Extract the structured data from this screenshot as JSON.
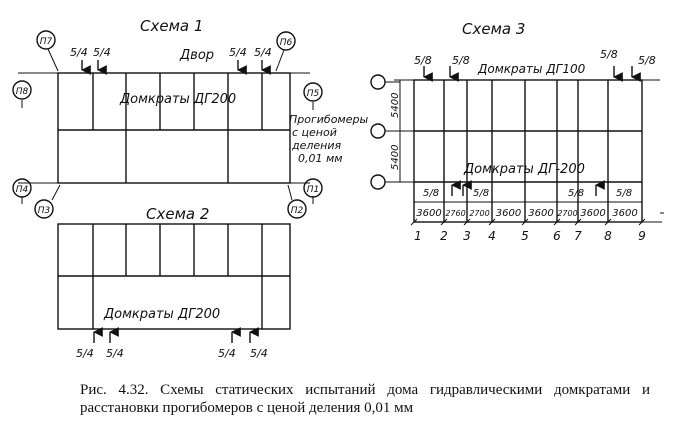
{
  "scheme1": {
    "title": "Схема 1",
    "yard": "Двор",
    "jacks": "Домкраты ДГ200",
    "gauges": [
      "Прогибомеры",
      "с ценой",
      "деления",
      "0,01 мм"
    ],
    "loads": [
      "5/4",
      "5/4",
      "5/4",
      "5/4"
    ],
    "points": [
      "П7",
      "П6",
      "П8",
      "П5",
      "П4",
      "П1",
      "П3",
      "П2"
    ]
  },
  "scheme2": {
    "title": "Схема 2",
    "jacks": "Домкраты ДГ200",
    "loads": [
      "5/4",
      "5/4",
      "5/4",
      "5/4"
    ]
  },
  "scheme3": {
    "title": "Схема 3",
    "jacks_top": "Домкраты ДГ100",
    "jacks_bottom": "Домкраты ДГ-200",
    "loads_top": [
      "5/8",
      "5/8",
      "5/8",
      "5/8"
    ],
    "loads_bottom": [
      "5/8",
      "5/8",
      "5/8",
      "5/8"
    ],
    "row_dims": [
      "5400",
      "5400"
    ],
    "span_dims": [
      "3600",
      "2760",
      "2700",
      "3600",
      "3600",
      "2700",
      "3600",
      "3600"
    ],
    "axes": [
      "1",
      "2",
      "3",
      "4",
      "5",
      "6",
      "7",
      "8",
      "9"
    ]
  },
  "caption": "Рис. 4.32. Схемы статических испытаний дома гидравлическими домкратами и расстановки прогибомеров с ценой деления 0,01 мм"
}
